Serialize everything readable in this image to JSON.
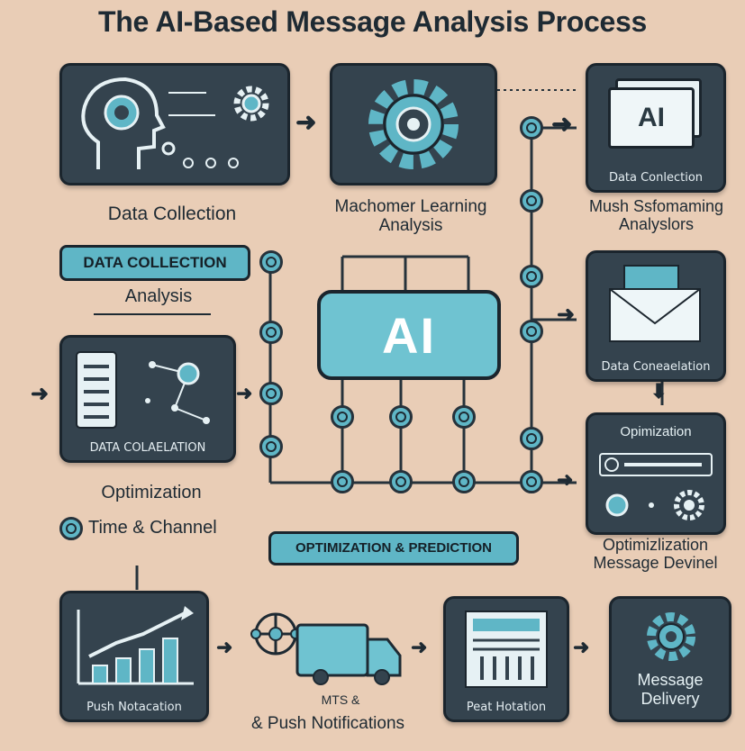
{
  "title": "The AI-Based Message Analysis Process",
  "labels": {
    "data_collection": "Data Collection",
    "ml_line1": "Machomer Learning",
    "ml_line2": "Analysis",
    "mush_line1": "Mush Ssfomaming",
    "mush_line2": "Analyslors",
    "analysis": "Analysis",
    "optimization": "Optimization",
    "time_channel": "Time & Channel",
    "optimization_message_line1": "Optimizlization",
    "optimization_message_line2": "Message Devinel",
    "mts": "MTS &",
    "push_notifications": "& Push Notifications",
    "message_delivery_line1": "Message",
    "message_delivery_line2": "Delivery"
  },
  "pills": {
    "data_collection": "DATA COLLECTION",
    "optimization_prediction": "OPTIMIZATION & PREDICTION"
  },
  "cards": {
    "data_conso": "Data Coneaelation",
    "data_colaelation": "DATA COLAELATION",
    "optimization": "Opimization",
    "push_notation": "Push Notacation",
    "peat_hotation": "Peat Hotation",
    "ai_doc_caption": "Data Conlection",
    "ai_doc_text": "AI"
  },
  "ai_center": "AI",
  "colors": {
    "background": "#e9cdb6",
    "card": "#34434e",
    "accent": "#5fb6c6",
    "outline": "#1b252d"
  },
  "icons": [
    "head-brain-icon",
    "gear-icon",
    "document-ai-icon",
    "envelope-icon",
    "list-document-icon",
    "network-icon",
    "chart-growth-icon",
    "delivery-truck-icon",
    "table-icon",
    "delivery-gear-icon"
  ]
}
